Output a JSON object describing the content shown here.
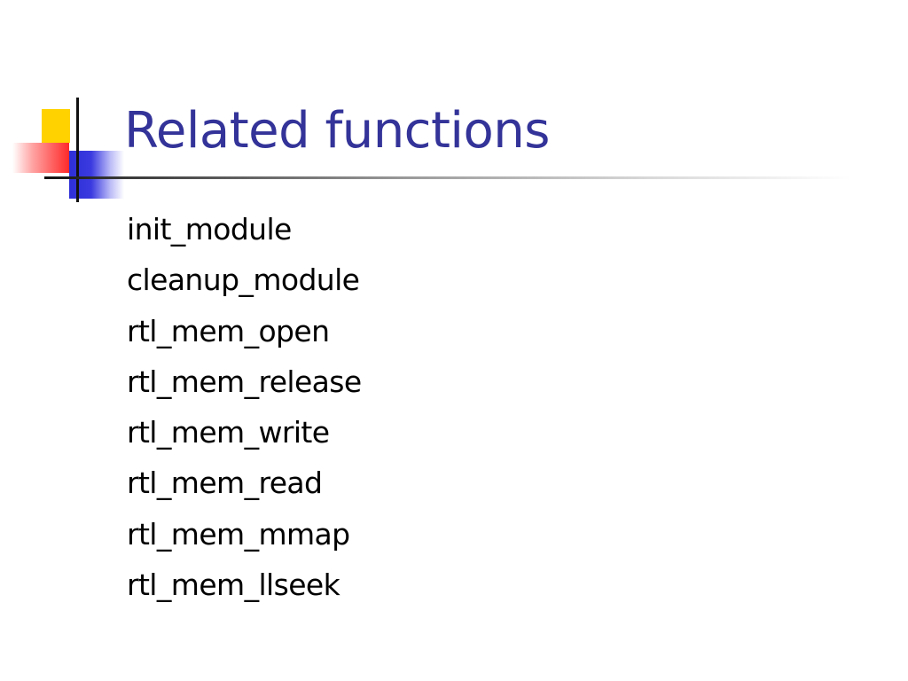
{
  "slide": {
    "title": "Related functions",
    "items": [
      "init_module",
      "cleanup_module",
      "rtl_mem_open",
      "rtl_mem_release",
      "rtl_mem_write",
      "rtl_mem_read",
      "rtl_mem_mmap",
      "rtl_mem_llseek"
    ]
  },
  "colors": {
    "title": "#333399",
    "text": "#000000",
    "accent_yellow": "#ffd200",
    "accent_red": "#ff2a2a",
    "accent_blue": "#2f2fd8"
  }
}
